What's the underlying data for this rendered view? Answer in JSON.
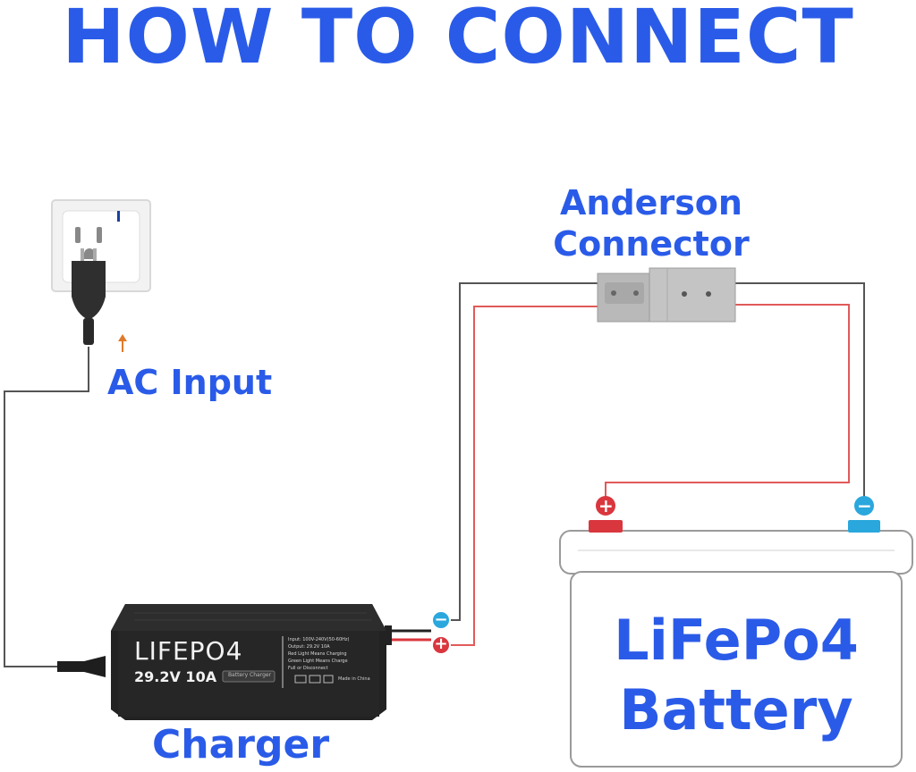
{
  "title": "HOW TO CONNECT",
  "labels": {
    "ac_input": "AC Input",
    "connector_line1": "Anderson",
    "connector_line2": "Connector",
    "charger": "Charger",
    "battery_line1": "LiFePo4",
    "battery_line2": "Battery"
  },
  "charger_panel": {
    "brand": "LIFEPO4",
    "rating": "29.2V 10A",
    "tag": "Battery Charger",
    "spec_lines": [
      "Input: 100V-240V(50-60Hz)",
      "Output: 29.2V 10A",
      "Red Light Means Charging",
      "Green Light Means Charge",
      "Full or Disconnect"
    ],
    "made_in": "Made in China"
  },
  "terminals": {
    "positive_symbol": "+",
    "negative_symbol": "−"
  },
  "colors": {
    "accent": "#2a5be8",
    "positive_wire": "#e05a5a",
    "negative_wire": "#555555",
    "positive_terminal": "#d9363e",
    "negative_terminal": "#2aa7dd",
    "arrow": "#e07a2a"
  }
}
